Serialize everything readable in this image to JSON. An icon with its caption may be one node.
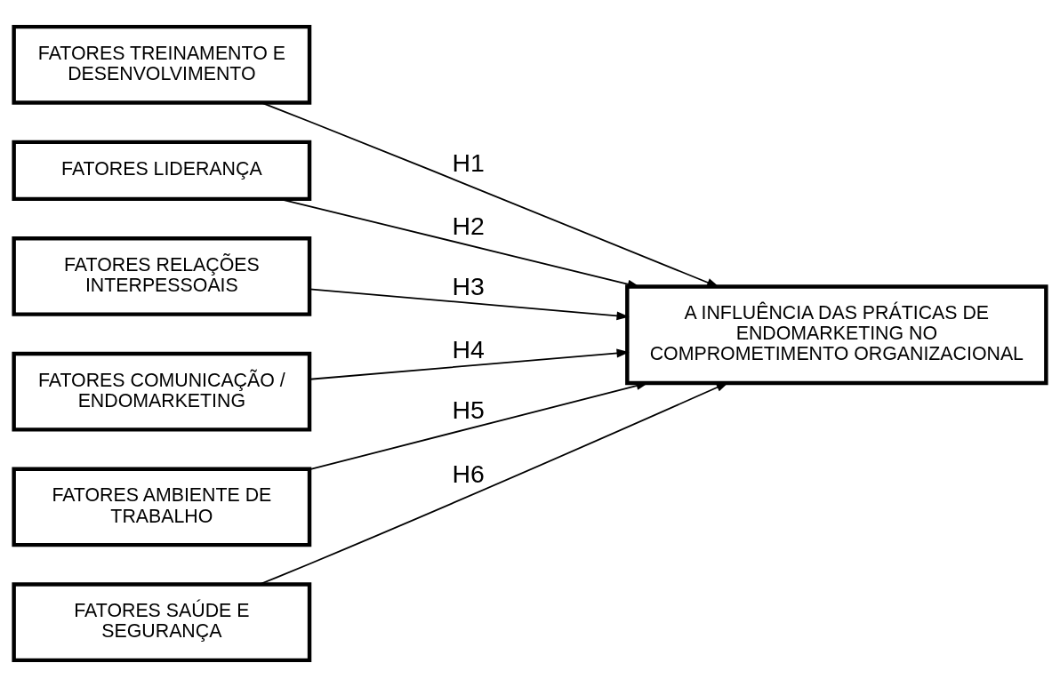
{
  "diagram": {
    "nodes": [
      {
        "text": [
          "FATORES TREINAMENTO E DESENVOLVIMENTO"
        ]
      },
      {
        "text": [
          "FATORES LIDERANÇA"
        ]
      },
      {
        "text": [
          "FATORES RELAÇÕES INTERPESSOAIS"
        ]
      },
      {
        "text": [
          "FATORES COMUNICAÇÃO / ENDOMARKETING"
        ]
      },
      {
        "text": [
          "FATORES AMBIENTE DE TRABALHO"
        ]
      },
      {
        "text": [
          "FATORES SAÚDE E SEGURANÇA"
        ]
      },
      {
        "text": [
          "A INFLUÊNCIA DAS PRÁTICAS DE ENDOMARKETING NO COMPROMETIMENTO ORGANIZACIONAL"
        ]
      }
    ],
    "edges": [
      {
        "from": 0,
        "to": 6,
        "arrow": "to",
        "label": "H1"
      },
      {
        "from": 1,
        "to": 6,
        "arrow": "to",
        "label": "H2"
      },
      {
        "from": 2,
        "to": 6,
        "arrow": "to",
        "label": "H3"
      },
      {
        "from": 3,
        "to": 6,
        "arrow": "to",
        "label": "H4"
      },
      {
        "from": 4,
        "to": 6,
        "arrow": "to",
        "label": "H5"
      },
      {
        "from": 5,
        "to": 6,
        "arrow": "to",
        "label": "H6"
      }
    ]
  }
}
